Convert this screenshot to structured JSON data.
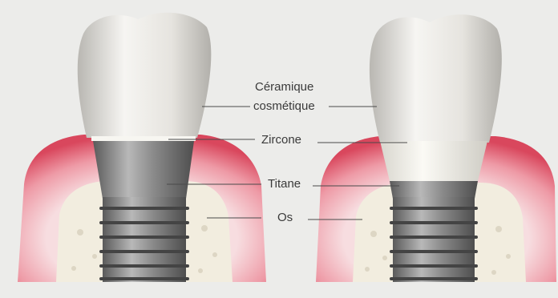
{
  "labels": {
    "ceramic_line1": "Céramique",
    "ceramic_line2": "cosmétique",
    "zircone": "Zircone",
    "titane": "Titane",
    "os": "Os"
  },
  "colors": {
    "background": "#ececea",
    "gum": "#d9475d",
    "gum_light": "#f3c2c9",
    "bone": "#f2eddf",
    "ceramic": "#e3e1dc",
    "titanium": "#8d8d8d",
    "zirconia": "#f4f2ea",
    "leader": "#4a4a4a"
  }
}
